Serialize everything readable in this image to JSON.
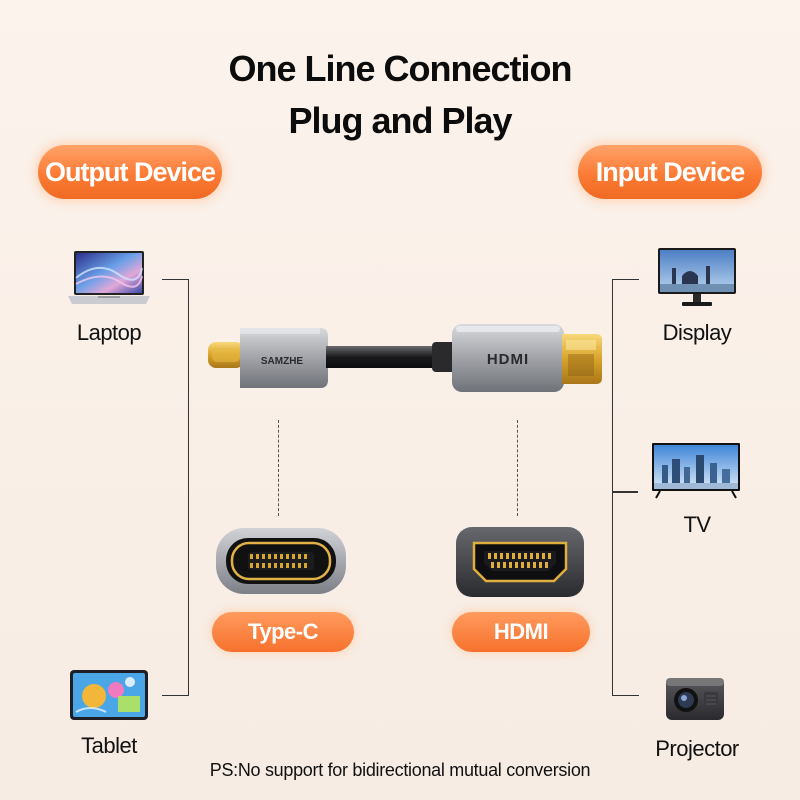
{
  "header": {
    "title_line1": "One Line Connection",
    "title_line2": "Plug and Play"
  },
  "sections": {
    "output_label": "Output Device",
    "input_label": "Input Device"
  },
  "output_devices": [
    {
      "label": "Laptop",
      "icon": "laptop-icon"
    },
    {
      "label": "Tablet",
      "icon": "tablet-icon"
    }
  ],
  "input_devices": [
    {
      "label": "Display",
      "icon": "monitor-icon"
    },
    {
      "label": "TV",
      "icon": "tv-icon"
    },
    {
      "label": "Projector",
      "icon": "projector-icon"
    }
  ],
  "cable": {
    "brand": "SAMZHE",
    "hdmi_text": "HDMI"
  },
  "ports": {
    "typec_label": "Type-C",
    "hdmi_label": "HDMI"
  },
  "footer": {
    "note": "PS:No support for bidirectional mutual conversion"
  },
  "colors": {
    "accent_orange": "#f7712d",
    "background": "#fbf3ec"
  }
}
